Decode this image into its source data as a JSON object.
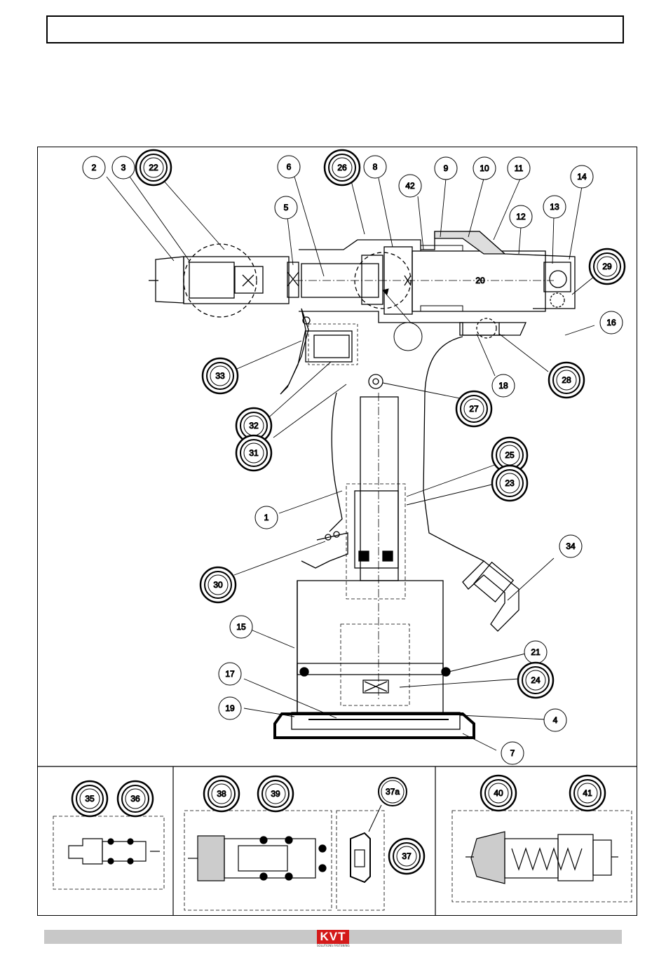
{
  "callouts": {
    "c1": "1",
    "c2": "2",
    "c3": "3",
    "c4": "4",
    "c5": "5",
    "c6": "6",
    "c7": "7",
    "c8": "8",
    "c9": "9",
    "c10": "10",
    "c11": "11",
    "c12": "12",
    "c13": "13",
    "c14": "14",
    "c15": "15",
    "c16": "16",
    "c17": "17",
    "c18": "18",
    "c19": "19",
    "c20": "20",
    "c21": "21",
    "c34": "34",
    "c42": "42"
  },
  "kits": {
    "k22": "22",
    "k23": "23",
    "k24": "24",
    "k25": "25",
    "k26": "26",
    "k27": "27",
    "k28": "28",
    "k29": "29",
    "k30": "30",
    "k31": "31",
    "k32": "32",
    "k33": "33",
    "k35": "35",
    "k36": "36",
    "k37": "37",
    "k37a": "37a",
    "k38": "38",
    "k39": "39",
    "k40": "40",
    "k41": "41"
  },
  "footer": {
    "logo_text": "KVT",
    "logo_subtext": "SOLUTIONS FASTENING"
  },
  "colors": {
    "line": "#000000",
    "footer_bar": "#c8c8c8",
    "logo_red": "#d41a1a"
  }
}
